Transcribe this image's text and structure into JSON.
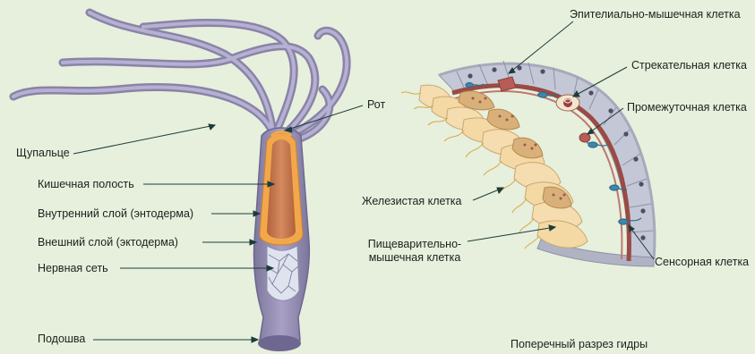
{
  "hydra_labels": {
    "tentacle": "Щупальце",
    "mouth": "Рот",
    "gut_cavity": "Кишечная полость",
    "inner_layer": "Внутренний слой (энтодерма)",
    "outer_layer": "Внешний слой (эктодерма)",
    "nerve_net": "Нервная сеть",
    "sole": "Подошва"
  },
  "section_labels": {
    "epithelial_muscle_cell": "Эпителиально-мышечная клетка",
    "stinging_cell": "Стрекательная клетка",
    "interstitial_cell": "Промежуточная клетка",
    "glandular_cell": "Железистая клетка",
    "digestive_muscle_line1": "Пищеварительно-",
    "digestive_muscle_line2": "мышечная клетка",
    "sensory_cell": "Сенсорная клетка"
  },
  "caption": "Поперечный разрез гидры",
  "colors": {
    "background": "#e6f0dc",
    "body": "#8f88ad",
    "tentacle": "#a69fc2",
    "gut_orange": "#f0a040",
    "gut_inner": "#c9774e",
    "ectoderm_cell": "#c3c6d6",
    "endoderm_cell": "#f4d9a4",
    "mesoglea": "#9b4a45",
    "leader_line": "#1d3b3b"
  }
}
